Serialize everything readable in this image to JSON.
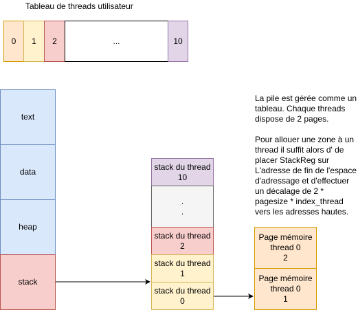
{
  "thread_table": {
    "title": "Tableau de threads utilisateur",
    "cells": [
      {
        "label": "0",
        "fill": "#ffe6cc",
        "stroke": "#d79b00"
      },
      {
        "label": "1",
        "fill": "#fff2cc",
        "stroke": "#d6b656"
      },
      {
        "label": "2",
        "fill": "#f8cecc",
        "stroke": "#b85450"
      },
      {
        "label": "...",
        "fill": "#ffffff",
        "stroke": "#000000"
      },
      {
        "label": "10",
        "fill": "#e1d5e7",
        "stroke": "#9673a6"
      }
    ]
  },
  "memory_layout": {
    "segments": [
      {
        "label": "text",
        "fill": "#dae8fc",
        "stroke": "#6c8ebf"
      },
      {
        "label": "data",
        "fill": "#dae8fc",
        "stroke": "#6c8ebf"
      },
      {
        "label": "heap",
        "fill": "#dae8fc",
        "stroke": "#6c8ebf"
      },
      {
        "label": "stack",
        "fill": "#f8cecc",
        "stroke": "#b85450"
      }
    ]
  },
  "stack_detail": {
    "blocks": [
      {
        "label": "stack du thread\n10",
        "fill": "#e1d5e7",
        "stroke": "#9673a6"
      },
      {
        "label": ".\n.",
        "fill": "#f5f5f5",
        "stroke": "#666666"
      },
      {
        "label": "stack du thread\n2",
        "fill": "#f8cecc",
        "stroke": "#b85450"
      },
      {
        "label": "stack du thread\n1",
        "fill": "#fff2cc",
        "stroke": "#d6b656"
      },
      {
        "label": "stack du thread\n0",
        "fill": "#fff2cc",
        "stroke": "#d6b656"
      }
    ]
  },
  "pages": {
    "blocks": [
      {
        "label": "Page mémoire\nthread 0\n2",
        "fill": "#ffe6cc",
        "stroke": "#d79b00"
      },
      {
        "label": "Page mémoire\nthread 0\n1",
        "fill": "#ffe6cc",
        "stroke": "#d79b00"
      }
    ]
  },
  "note": {
    "text": "La pile est gérée comme un\ntableau. Chaque threads\ndispose de 2 pages.\n\nPour allouer une zone à un\nthread il suffit alors d' de\nplacer StackReg sur\nL'adresse de fin de l'espace\nd'adressage et d'effectuer\nun décalage de 2 *\npagesize * index_thread\nvers les adresses hautes."
  }
}
